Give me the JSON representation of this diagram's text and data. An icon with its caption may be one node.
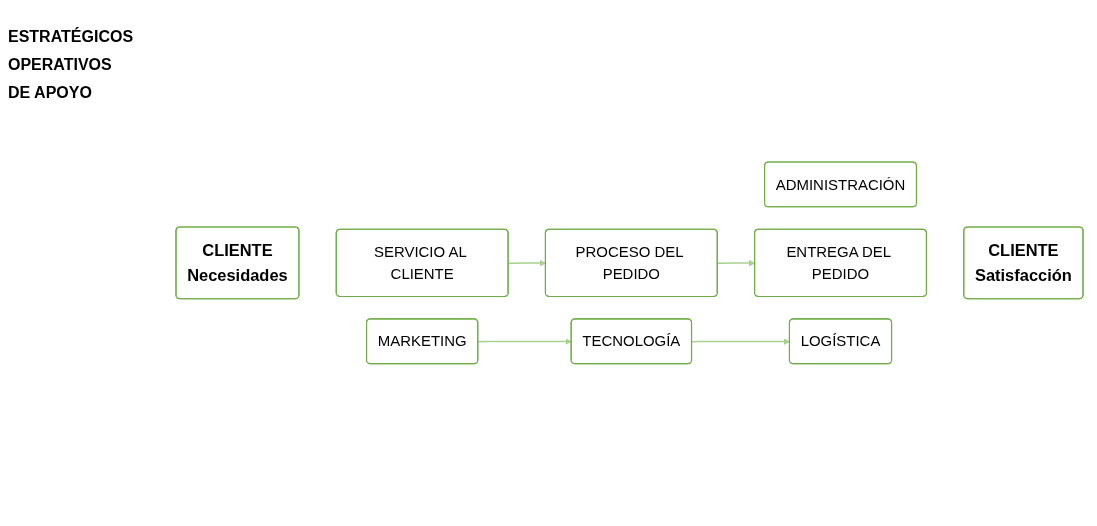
{
  "diagram": {
    "nodes": [
      {
        "text": [
          "CLIENTE",
          "Necesidades"
        ]
      },
      {
        "text": [
          "ADMINISTRACIÓN"
        ]
      },
      {
        "text": [
          "SERVICIO AL CLIENTE"
        ]
      },
      {
        "text": [
          "PROCESO DEL PEDIDO"
        ]
      },
      {
        "text": [
          "ENTREGA DEL PEDIDO"
        ]
      },
      {
        "text": [
          "MARKETING"
        ]
      },
      {
        "text": [
          "TECNOLOGÍA"
        ]
      },
      {
        "text": [
          "LOGÍSTICA"
        ]
      },
      {
        "text": [
          "CLIENTE",
          "Satisfacción"
        ]
      }
    ],
    "edges": [
      {
        "from": 2,
        "to": 3,
        "arrow": "to"
      },
      {
        "from": 3,
        "to": 4,
        "arrow": "to"
      },
      {
        "from": 5,
        "to": 6,
        "arrow": "to"
      },
      {
        "from": 6,
        "to": 7,
        "arrow": "to"
      }
    ],
    "labels": [
      "ESTRATÉGICOS",
      "OPERATIVOS",
      "DE APOYO"
    ]
  }
}
